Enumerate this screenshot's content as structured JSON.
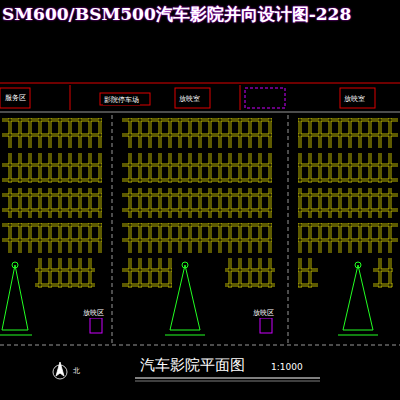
{
  "diagram": {
    "title": "SM600/BSM500汽车影院并向设计图-228",
    "caption": "汽车影院平面图",
    "labels": [
      "服务区",
      "影院停车场",
      "放映室",
      "放映室",
      "放映区",
      "放映区",
      "北",
      "1:1000"
    ]
  }
}
